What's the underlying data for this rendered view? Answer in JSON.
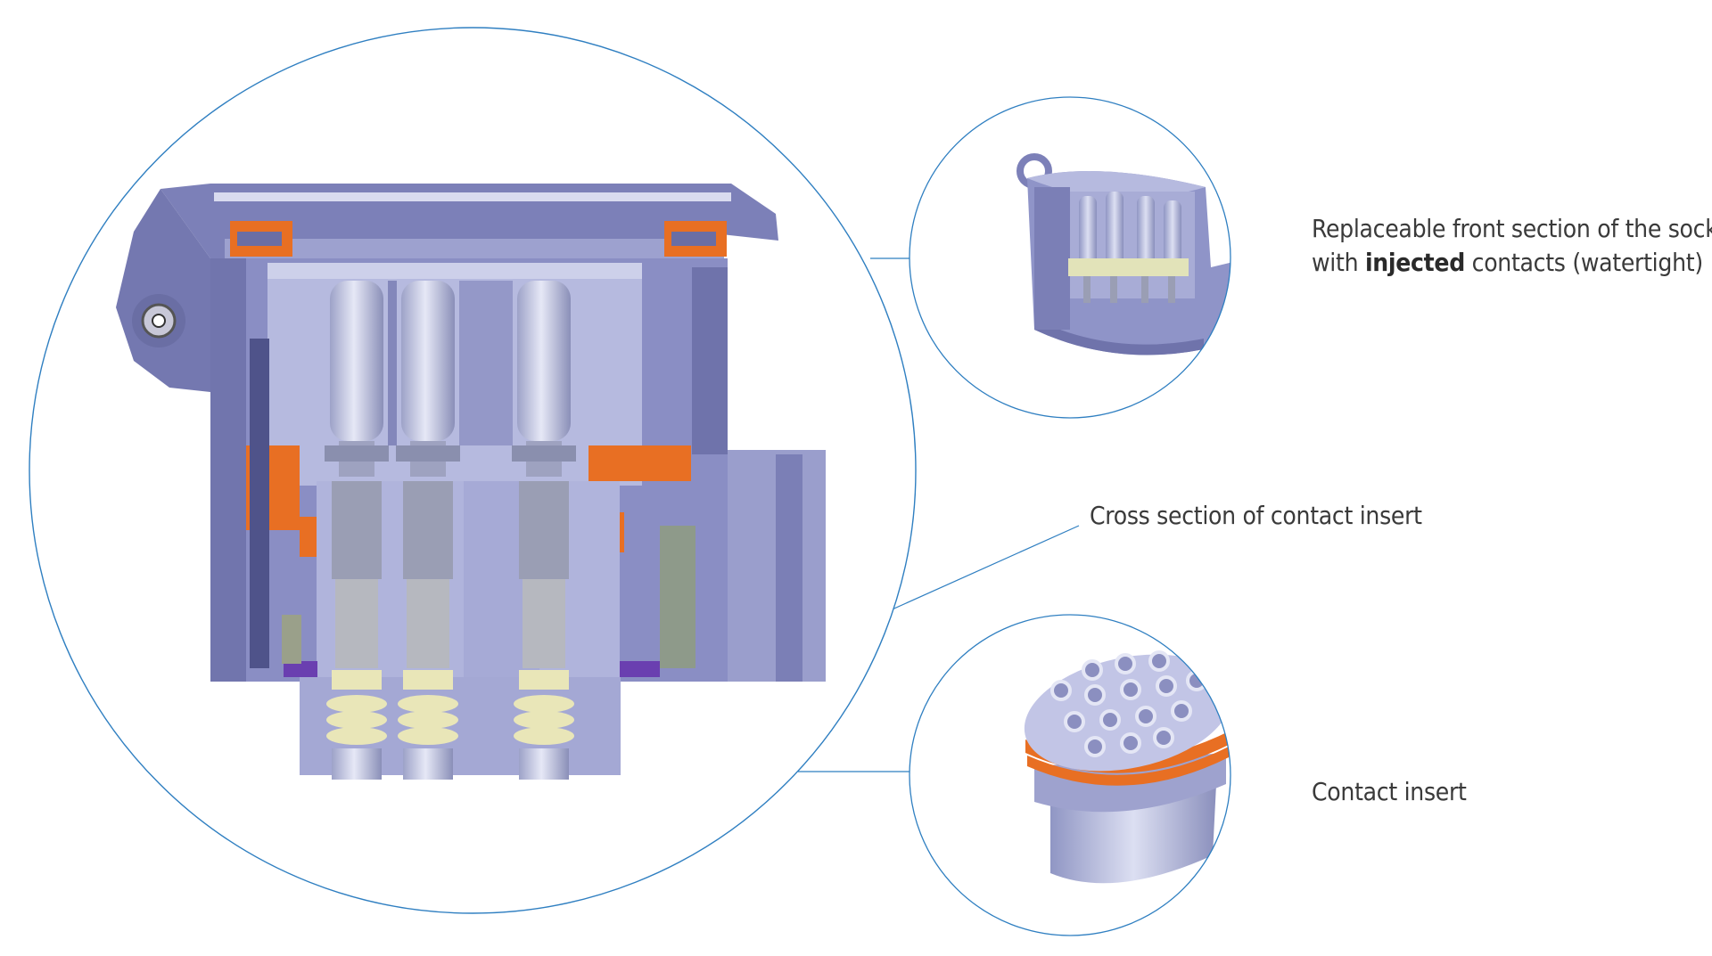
{
  "colors": {
    "outline": "#2f7fc1",
    "steel": "#8e94c4",
    "steel_dark": "#5f6396",
    "steel_light": "#c4c8e8",
    "orange": "#e86f23",
    "purple": "#6a3fb0",
    "cream": "#e9e6b8",
    "text": "#3a3a3a"
  },
  "captions": {
    "front_section": {
      "line1": "Replaceable front section of the socket",
      "line2_prefix": "with",
      "line2_bold": "injected",
      "line2_suffix": "contacts (watertight)"
    },
    "cross_section": "Cross section of contact insert",
    "contact_insert": "Contact insert"
  },
  "icons": [
    "connector-cross-section-icon",
    "front-section-render-icon",
    "contact-insert-render-icon"
  ]
}
